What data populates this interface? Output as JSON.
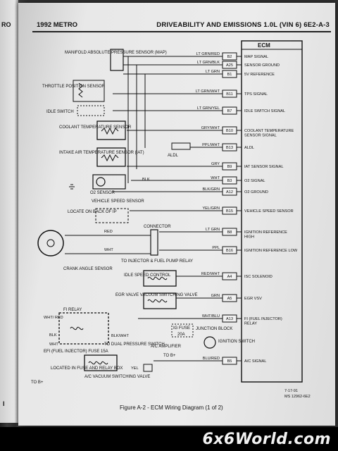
{
  "header": {
    "left": "1992 METRO",
    "right": "DRIVEABILITY AND EMISSIONS 1.0L (VIN 6) 6E2-A-3"
  },
  "prev_page_text": {
    "top": "RO",
    "bottom": "I"
  },
  "ecm_label": "ECM",
  "components": {
    "map": "MANIFOLD ABSOLUTE PRESSURE SENSOR (MAP)",
    "tps": "THROTTLE POSITION SENSOR",
    "idle_switch": "IDLE SWITCH",
    "coolant": "COOLANT TEMPERATURE SENSOR",
    "iat": "INTAKE AIR TEMPERATURE SENSOR (IAT)",
    "aldl": "ALDL",
    "o2": "O2 SENSOR",
    "vss": "VEHICLE SPEED SENSOR",
    "vss_loc": "LOCATE ON BACK OF IP",
    "connector": "CONNECTOR",
    "crank": "CRANK ANGLE SENSOR",
    "injector": "TO INJECTOR & FUEL PUMP RELAY",
    "isc": "IDLE SPEED CONTROL",
    "egr": "EGR VALVE VACUUM SWITCHING VALVE",
    "fi_relay": "FI RELAY",
    "ig_fuse": "IG FUSE",
    "ig_fuse_amp": "20A",
    "junction": "JUNCTION BLOCK",
    "ignition": "IGNITION SWITCH",
    "dual": "TO DUAL PRESSURE SWITCH",
    "ac_amp": "A/C AMPLIFIER",
    "efi": "EFI (FUEL INJECTOR) FUSE 15A",
    "fuse_loc": "LOCATED IN FUSE AND RELAY BOX",
    "ac_vac": "A/C VACUUM SWITCHING VALVE",
    "to_b1": "TO B+",
    "to_b2": "TO B+",
    "blk_short": "BLK",
    "wht_red": "WHT/ RED",
    "blk_relay": "BLK",
    "wht_relay": "WHT",
    "yel": "YEL"
  },
  "rows": [
    {
      "wire": "LT GRN/RED",
      "pin": "B2",
      "signal": "MAP SIGNAL"
    },
    {
      "wire": "LT GRN/BLK",
      "pin": "A25",
      "signal": "SENSOR GROUND"
    },
    {
      "wire": "LT GRN",
      "pin": "B1",
      "signal": "5V REFERENCE"
    },
    {
      "wire": "LT GRN/WHT",
      "pin": "B11",
      "signal": "TPS SIGNAL"
    },
    {
      "wire": "LT GRN/YEL",
      "pin": "B7",
      "signal": "IDLE SWITCH SIGNAL"
    },
    {
      "wire": "GRY/WHT",
      "pin": "B10",
      "signal": "COOLANT TEMPERATURE SENSOR SIGNAL"
    },
    {
      "wire": "PPL/WHT",
      "pin": "B13",
      "signal": "ALDL"
    },
    {
      "wire": "GRY",
      "pin": "B9",
      "signal": "IAT SENSOR SIGNAL"
    },
    {
      "wire": "WHT",
      "pin": "B3",
      "signal": "O2 SIGNAL"
    },
    {
      "wire": "BLK/GRN",
      "pin": "A12",
      "signal": "O2 GROUND"
    },
    {
      "wire": "YEL/GRN",
      "pin": "B15",
      "signal": "VEHICLE SPEED SENSOR"
    },
    {
      "wire": "LT GRN",
      "pin": "B8",
      "signal": "IGNITION REFERENCE HIGH"
    },
    {
      "wire": "PPL",
      "pin": "B16",
      "signal": "IGNITION REFERENCE LOW"
    },
    {
      "wire": "RED/WHT",
      "pin": "A4",
      "signal": "ISC SOLENOID"
    },
    {
      "wire": "GRN",
      "pin": "A5",
      "signal": "EGR VSV"
    },
    {
      "wire": "WHT/BLU",
      "pin": "A13",
      "signal": "FI (FUEL INJECTOR) RELAY"
    },
    {
      "wire": "BLU/RED",
      "pin": "B5",
      "signal": "A/C SIGNAL"
    }
  ],
  "left_wires": {
    "red": "RED",
    "wht": "WHT",
    "blk": "BLK",
    "blk_wht": "BLK/WHT",
    "blk_wht2": "BLK/WHT"
  },
  "date_code": "7-17-91",
  "ms_code": "MS 12962-6E2",
  "caption": "Figure A-2 - ECM Wiring Diagram (1 of 2)",
  "watermark": "6x6World.com"
}
